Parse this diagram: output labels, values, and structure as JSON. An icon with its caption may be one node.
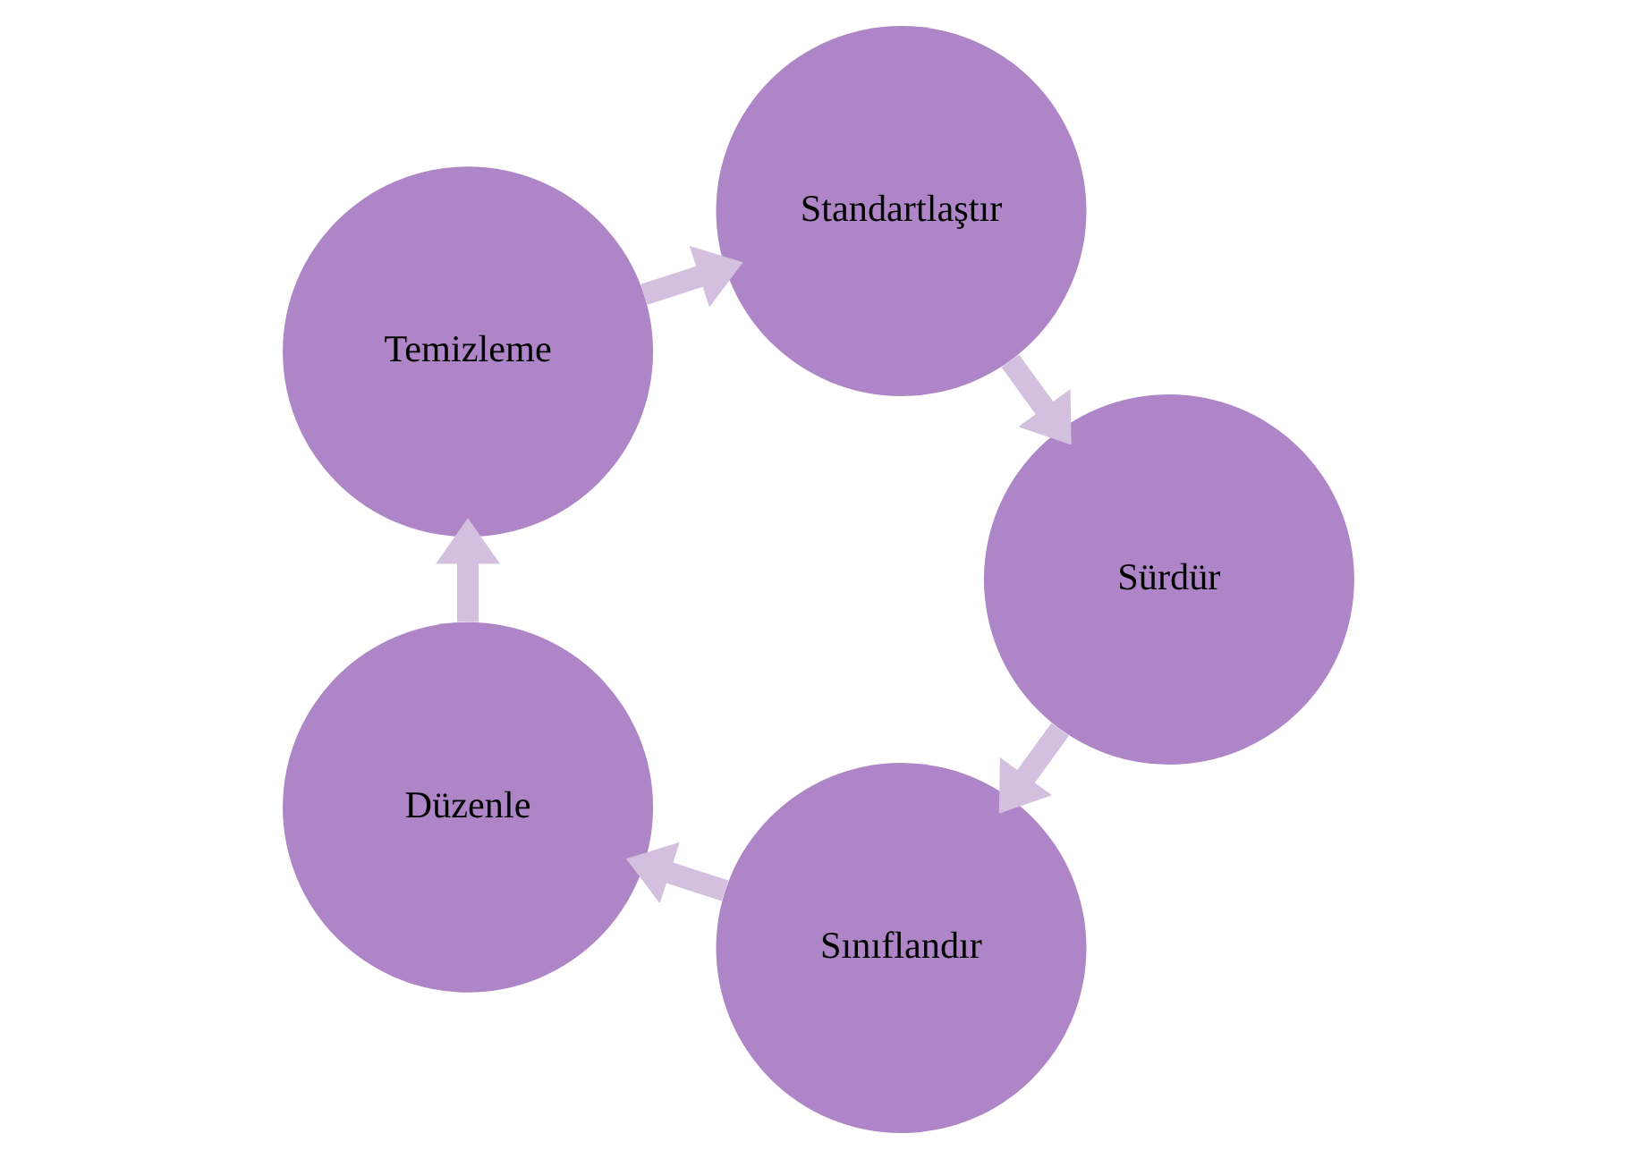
{
  "diagram": {
    "nodes": [
      {
        "text": [
          "Sınıflandır"
        ]
      },
      {
        "text": [
          "Düzenle"
        ]
      },
      {
        "text": [
          "Temizleme"
        ]
      },
      {
        "text": [
          "Standartlaştır"
        ]
      },
      {
        "text": [
          "Sürdür"
        ]
      }
    ],
    "edges": [
      {
        "from": 0,
        "to": 1,
        "arrow": "to"
      },
      {
        "from": 1,
        "to": 2,
        "arrow": "to"
      },
      {
        "from": 2,
        "to": 3,
        "arrow": "to"
      },
      {
        "from": 3,
        "to": 4,
        "arrow": "to"
      },
      {
        "from": 4,
        "to": 0,
        "arrow": "to"
      }
    ]
  }
}
